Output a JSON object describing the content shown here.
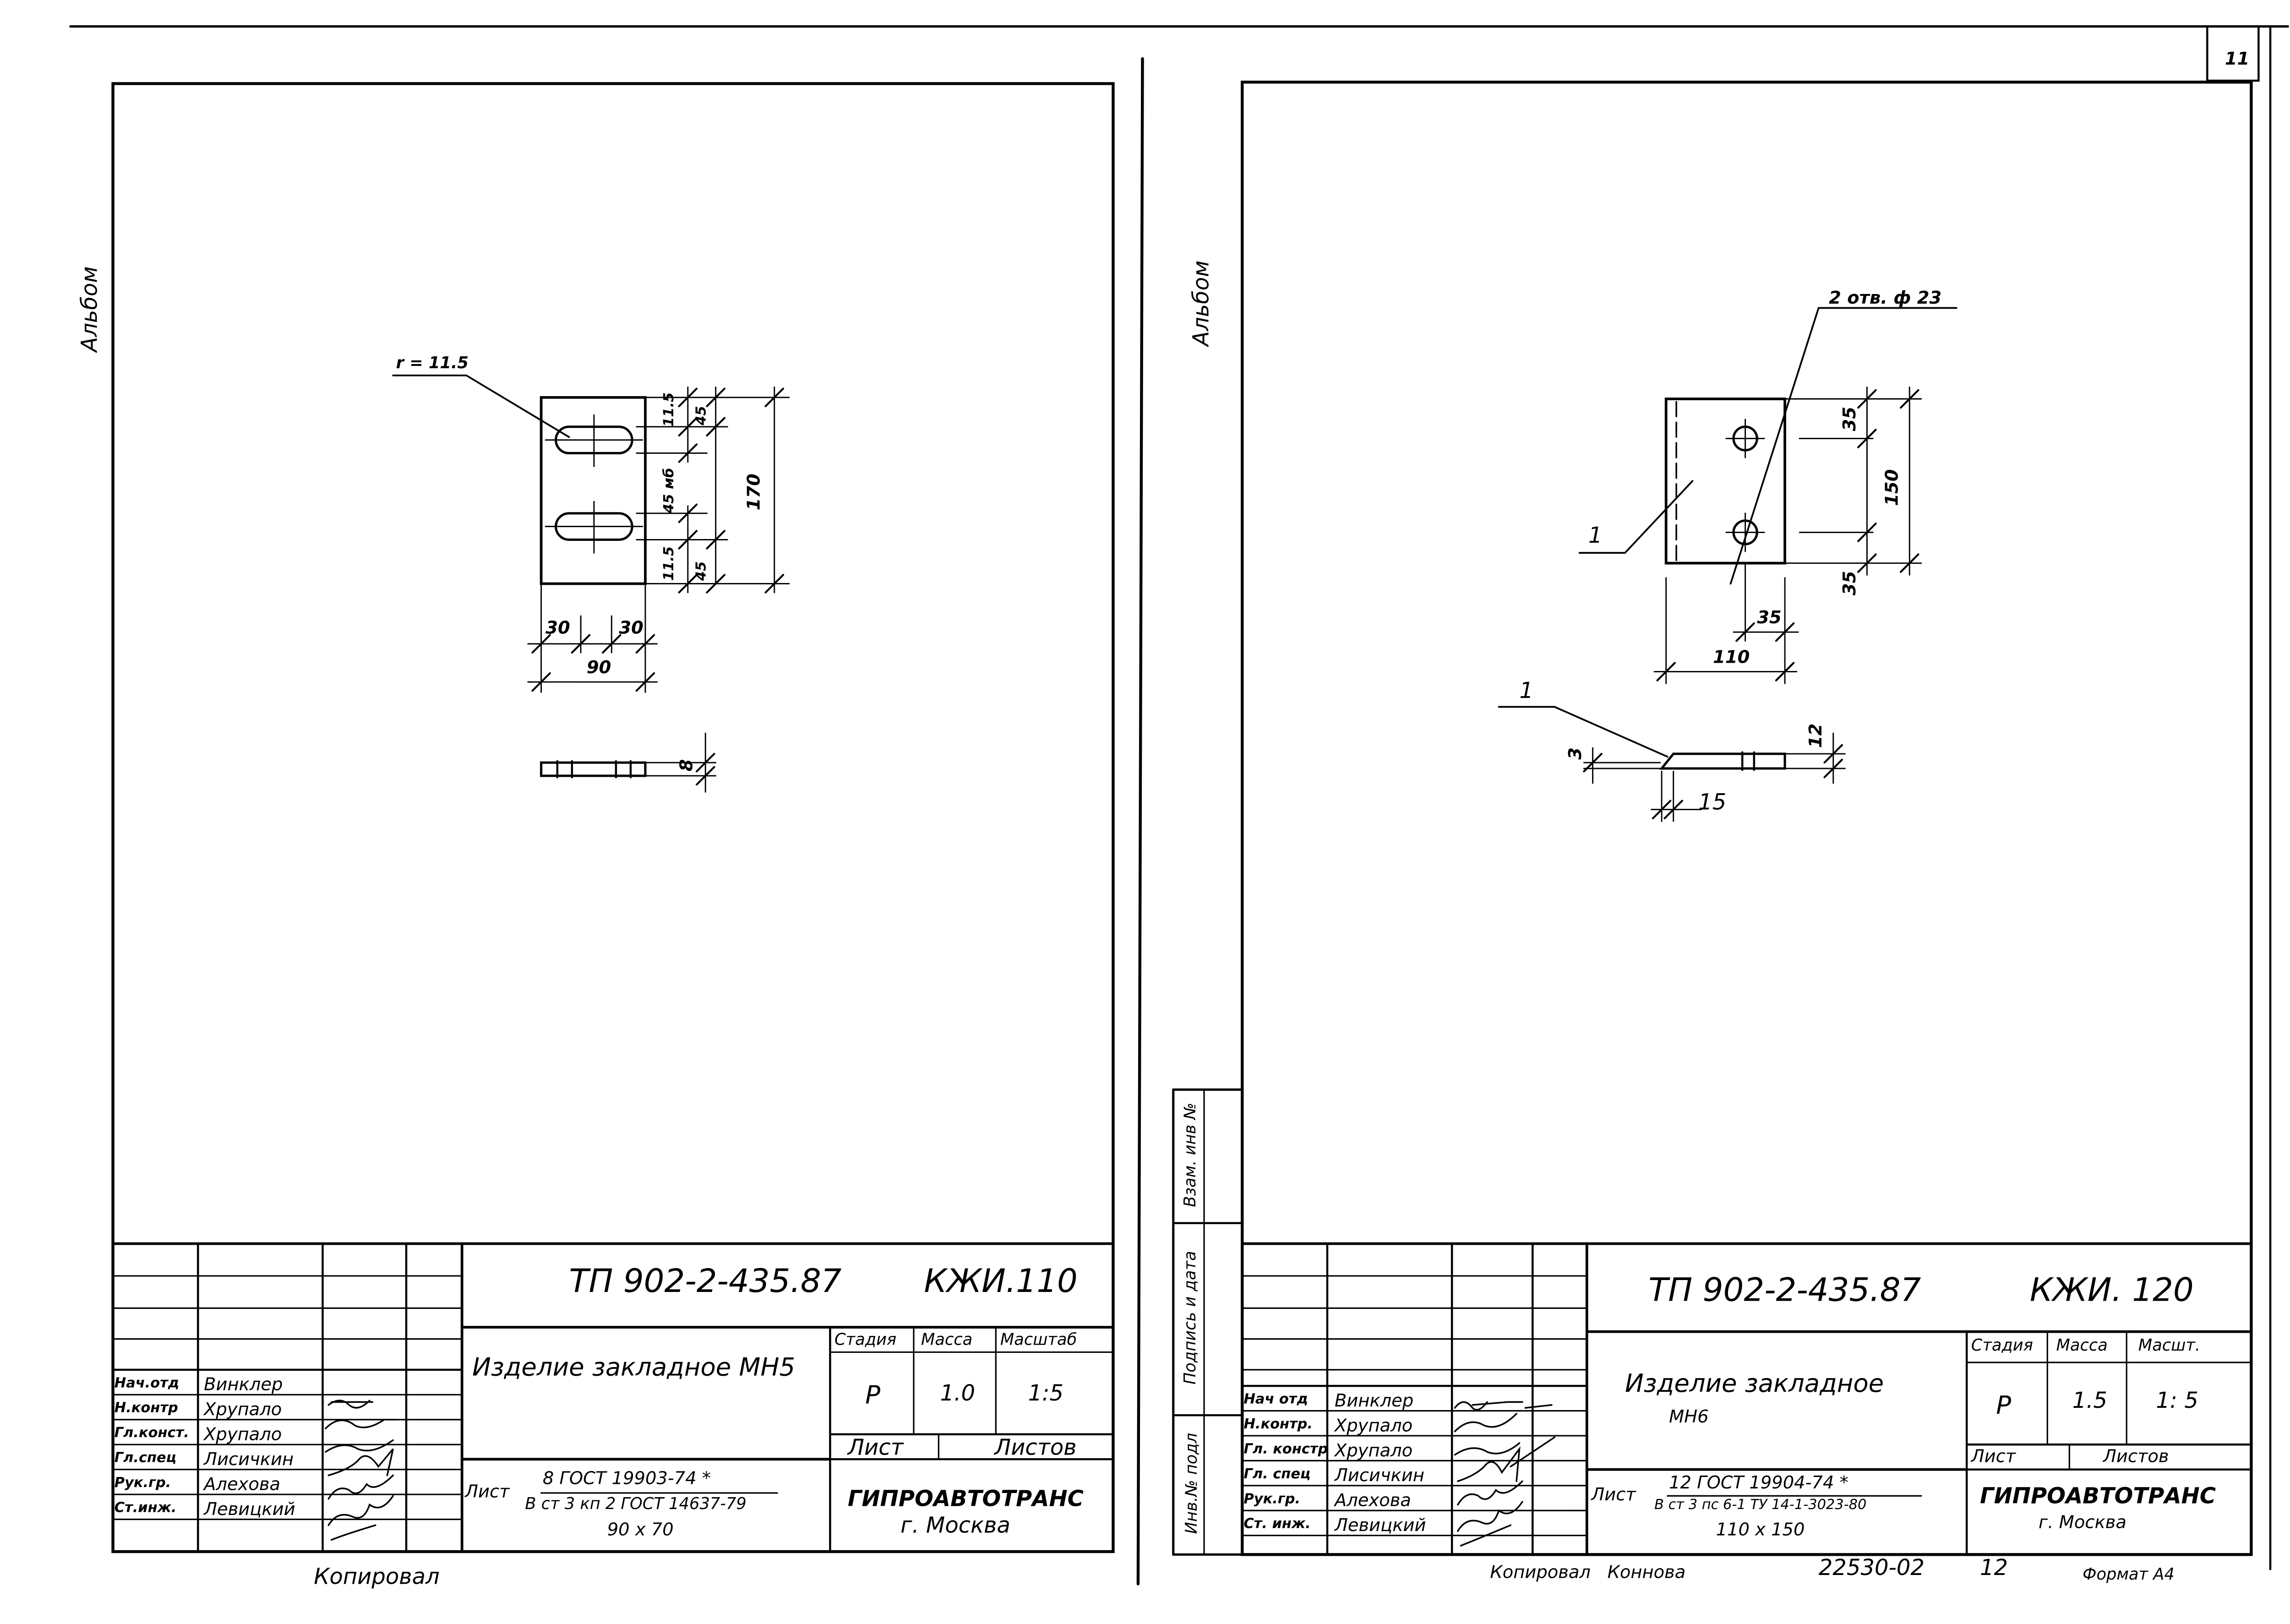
{
  "page_number": "11",
  "sheet_left": {
    "side_label": "Альбом",
    "radius_label": "r = 11.5",
    "dims": {
      "d115a": "11.5",
      "d45a": "45",
      "d45mid": "45 мб",
      "d115b": "11.5",
      "d45b": "45",
      "d170": "170",
      "d30a": "30",
      "d30b": "30",
      "d90": "90",
      "d8": "8"
    },
    "title_block": {
      "code": "ТП 902-2-435.87",
      "mark": "КЖИ.110",
      "item_name": "Изделие закладное МН5",
      "col_stage": "Стадия",
      "col_mass": "Масса",
      "col_scale": "Масштаб",
      "stage": "Р",
      "mass": "1.0",
      "scale": "1:5",
      "sheet_label": "Лист",
      "sheets_label": "Листов",
      "material_prefix": "Лист",
      "material_line1": "8 ГОСТ 19903-74 *",
      "material_line2": "В ст 3 кп 2 ГОСТ 14637-79",
      "material_size": "90 x 70",
      "org_name": "ГИПРОАВТОТРАНС",
      "org_city": "г. Москва",
      "staff": [
        {
          "role": "Нач.отд",
          "name": "Винклер"
        },
        {
          "role": "Н.контр",
          "name": "Хрупало"
        },
        {
          "role": "Гл.конст.",
          "name": "Хрупало"
        },
        {
          "role": "Гл.спец",
          "name": "Лисичкин"
        },
        {
          "role": "Рук.гр.",
          "name": "Алехова"
        },
        {
          "role": "Ст.инж.",
          "name": "Левицкий"
        }
      ]
    },
    "copied_by": "Копировал"
  },
  "sheet_right": {
    "side_label": "Альбом",
    "holes_label": "2 отв. ф 23",
    "pos1_a": "1",
    "pos1_b": "1",
    "dims": {
      "d35top": "35",
      "d150": "150",
      "d35bot": "35",
      "d35h": "35",
      "d110": "110",
      "d12": "12",
      "d3": "3",
      "d15": "15"
    },
    "stamp_cells": [
      "Взам. инв №",
      "Подпись и дата",
      "Инв.№ подл"
    ],
    "title_block": {
      "code": "ТП 902-2-435.87",
      "mark": "КЖИ. 120",
      "item_name_1": "Изделие закладное",
      "item_name_2": "МН6",
      "col_stage": "Стадия",
      "col_mass": "Масса",
      "col_scale": "Масшт.",
      "stage": "Р",
      "mass": "1.5",
      "scale": "1: 5",
      "sheet_label": "Лист",
      "sheets_label": "Листов",
      "material_prefix": "Лист",
      "material_line1": "12 ГОСТ 19904-74 *",
      "material_line2": "В ст 3 пс 6-1 ТУ 14-1-3023-80",
      "material_size": "110 x 150",
      "org_name": "ГИПРОАВТОТРАНС",
      "org_city": "г. Москва",
      "staff": [
        {
          "role": "Нач отд",
          "name": "Винклер"
        },
        {
          "role": "Н.контр.",
          "name": "Хрупало"
        },
        {
          "role": "Гл. констр",
          "name": "Хрупало"
        },
        {
          "role": "Гл. спец",
          "name": "Лисичкин"
        },
        {
          "role": "Рук.гр.",
          "name": "Алехова"
        },
        {
          "role": "Ст. инж.",
          "name": "Левицкий"
        }
      ]
    },
    "copied_by": "Копировал",
    "copier_name": "Коннова",
    "order_number": "22530-02",
    "page_ref": "12",
    "format_label": "Формат А4"
  }
}
